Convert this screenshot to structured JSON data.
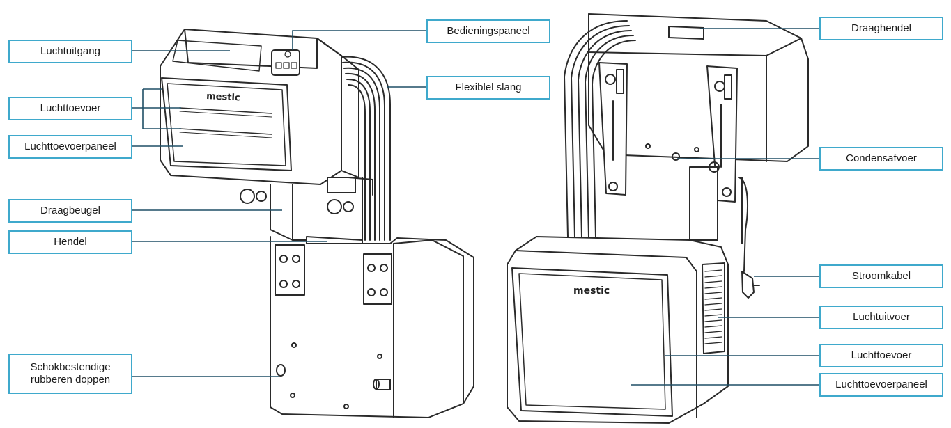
{
  "brand_logo": "mestic",
  "labels_left": {
    "luchtuitgang": "Luchtuitgang",
    "bedieningspaneel": "Bedieningspaneel",
    "flexibel_slang": "Flexiblel slang",
    "luchttoevoer": "Luchttoevoer",
    "luchttoevoerpaneel": "Luchttoevoerpaneel",
    "draagbeugel": "Draagbeugel",
    "hendel": "Hendel",
    "schokbestendige_1": "Schokbestendige",
    "schokbestendige_2": "rubberen doppen"
  },
  "labels_right": {
    "draaghendel": "Draaghendel",
    "condensafvoer": "Condensafvoer",
    "stroomkabel": "Stroomkabel",
    "luchtuitvoer": "Luchtuitvoer",
    "luchttoevoer": "Luchttoevoer",
    "luchttoevoerpaneel": "Luchttoevoerpaneel"
  },
  "colors": {
    "label_border": "#3fa9cc",
    "leader_line": "#1f4f66",
    "drawing_line": "#2a2a2a"
  }
}
